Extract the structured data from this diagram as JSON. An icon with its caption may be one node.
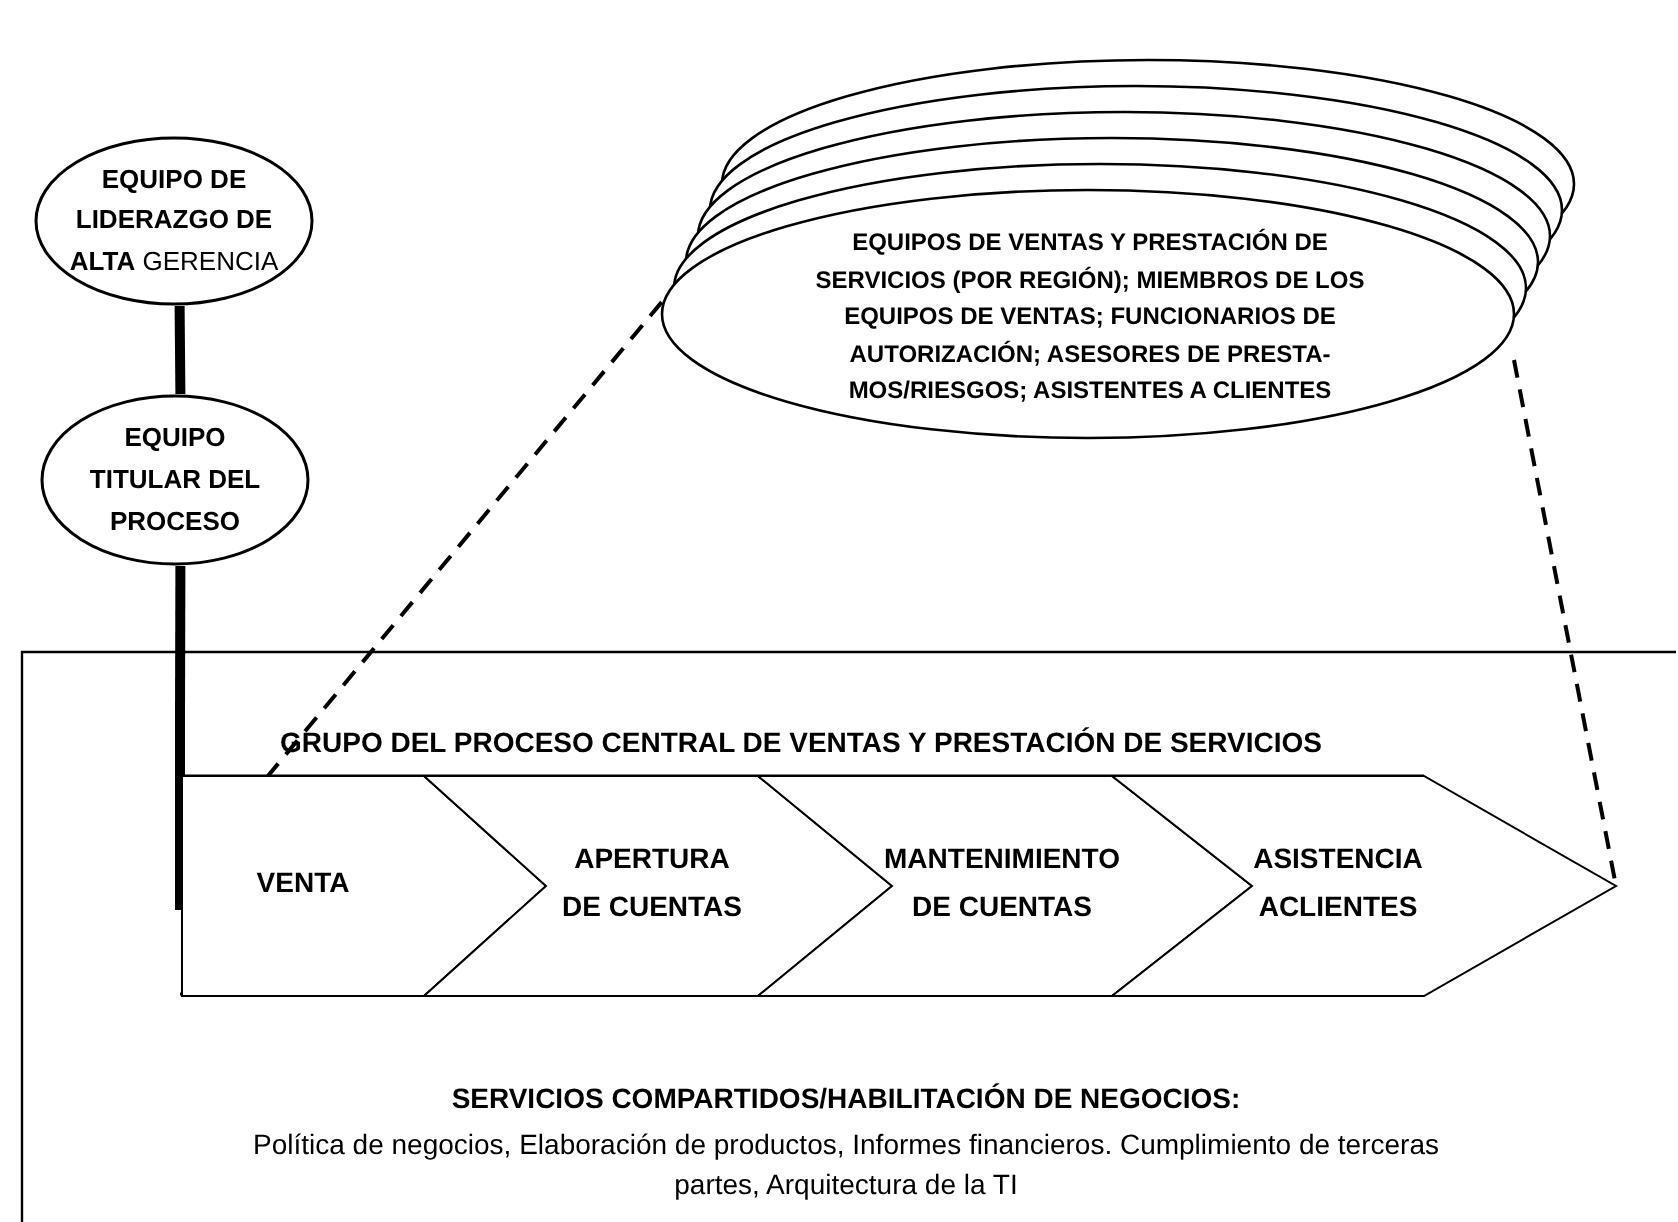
{
  "diagram": {
    "nodes": [
      {
        "text": [
          "**EQUIPO DE LIDERAZGO DE ALTA** GERENCIA"
        ]
      },
      {
        "text": [
          "EQUIPO TITULAR DEL PROCESO"
        ]
      },
      {
        "text": [
          "EQUIPOS DE VENTAS Y PRESTACIÓN DE SERVICIOS (POR REGIÓN); MIEMBROS DE LOS EQUIPOS DE VENTAS; FUNCIONARIOS DE AUTORIZACIÓN; ASESORES DE PRESTA-MOS/RIESGOS; ASISTENTES A CLIENTES"
        ]
      },
      {
        "text": [
          "SERVICIOS COMPARTIDOS/HABILITACIÓN DE NEGOCIOS:",
          "Política de negocios, Elaboración de productos, Informes financieros. Cumplimiento de terceras partes, Arquitectura de la TI"
        ]
      },
      {
        "text": [
          "GRUPO DEL PROCESO CENTRAL DE VENTAS Y PRESTACIÓN DE SERVICIOS"
        ],
        "in": 3
      },
      {
        "text": [
          "VENTA"
        ],
        "in": 4
      },
      {
        "text": [
          "APERTURA DE CUENTAS"
        ],
        "in": 4
      },
      {
        "text": [
          "MANTENIMIENTO DE CUENTAS"
        ],
        "in": 4
      },
      {
        "text": [
          "ASISTENCIA ACLIENTES"
        ],
        "in": 4
      }
    ],
    "edges": [
      {
        "from": 0,
        "to": 1,
        "arrow": "none",
        "style": "thick"
      },
      {
        "from": 1,
        "to": 4,
        "arrow": "none",
        "style": "thick"
      },
      {
        "from": 2,
        "to": 5,
        "arrow": "none",
        "style": "dashed"
      },
      {
        "from": 2,
        "to": 8,
        "arrow": "none",
        "style": "dashed"
      }
    ]
  }
}
